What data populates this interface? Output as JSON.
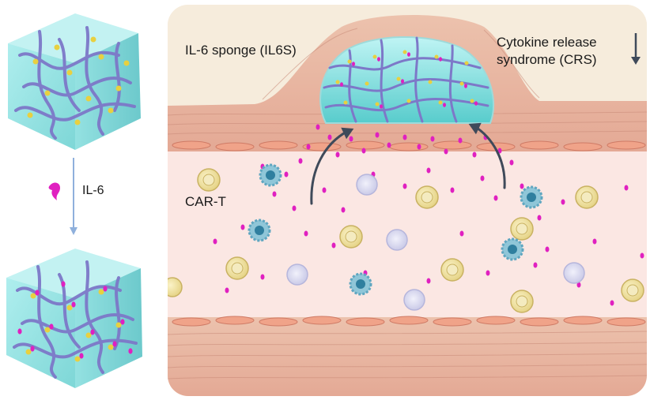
{
  "labels": {
    "il6": "IL-6",
    "sponge": "IL-6 sponge (IL6S)",
    "crs_line1": "Cytokine release",
    "crs_line2": "syndrome (CRS)",
    "cart": "CAR-T"
  },
  "icons": {
    "crs_arrow": "arrow-down-icon",
    "process_arrow": "arrow-down-icon",
    "il6": "il6-molecule-icon"
  },
  "colors": {
    "background": "#f6ecdc",
    "gel": "#7fe0e0",
    "fibers": "#8a86cc",
    "vessel_wall": "#e8b7a0",
    "lumen": "#fbe7e3",
    "il6": "#e020c0",
    "arrow": "#3f4a5a",
    "cart_cell": "#f2e6a8",
    "monocyte": "#3a9ab8",
    "lymphocyte": "#dcdcf0"
  }
}
